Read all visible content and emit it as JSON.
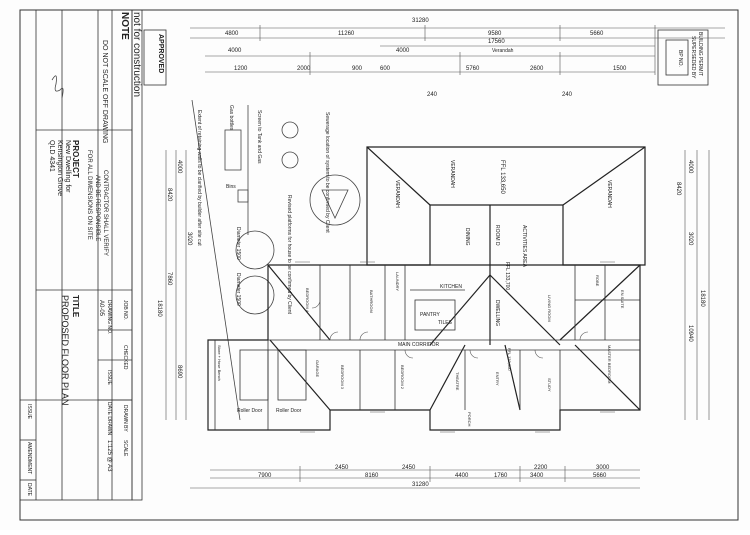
{
  "title_block": {
    "approved": "APPROVED",
    "not_for_construction": "not for construction",
    "note_heading": "NOTE",
    "note_line1": "DO NOT SCALE OFF DRAWING",
    "note_line2": "CONTRACTOR SHALL VERIFY",
    "note_line3": "AND BE RESPONSIBLE",
    "note_line4": "FOR ALL DIMENSIONS ON SITE",
    "project_label": "PROJECT",
    "project_line1": "New Dwelling for",
    "project_line2": "Kensington Grove",
    "project_line3": "QLD 4341",
    "title_label": "TITLE",
    "title_value": "PROPOSED FLOOR PLAN",
    "job_no_label": "JOB NO.",
    "drawing_no_label": "DRAWING NO.",
    "drawing_no_value": "A0-05",
    "checked_label": "CHECKED",
    "issue_label": "ISSUE",
    "drawn_by_label": "DRAWN BY",
    "date_drawn_label": "DATE DRAWN",
    "scale_label": "SCALE",
    "scale_value": "1:125 @ A3",
    "issue_col": "ISSUE",
    "amendment_col": "AMENDMENT",
    "date_col": "DATE"
  },
  "dims_top": {
    "overall": "31280",
    "d4800": "4800",
    "d11260": "11260",
    "d9580": "9580",
    "d5660": "5660",
    "d17560": "17560",
    "d4000a": "4000",
    "d4000b": "4000",
    "verandah": "Verandah",
    "d1200": "1200",
    "d2000": "2000",
    "d900": "900",
    "d600": "600",
    "d5760": "5760",
    "d2600": "2600",
    "d1500": "1500",
    "d240a": "240",
    "d240b": "240"
  },
  "dims_bottom": {
    "d2450a": "2450",
    "d2450b": "2450",
    "d8160": "8160",
    "d4400": "4400",
    "d1760": "1760",
    "d2200": "2200",
    "d3400": "3400",
    "d3000": "3000",
    "d5660": "5660",
    "d7900": "7900",
    "overall": "31280"
  },
  "dims_left": {
    "d4000": "4000",
    "d8420": "8420",
    "d3020": "3020",
    "d7860": "7860",
    "d18180": "18180",
    "d8690": "8690"
  },
  "dims_right": {
    "d8420": "8420",
    "d4000": "4000",
    "d3020": "3020",
    "d10940": "10940",
    "d18180": "18180"
  },
  "rooms": {
    "verandah_left": "VERANDAH",
    "verandah_mid": "VERANDAH",
    "verandah_right": "VERANDAH",
    "ffl_top": "FFL 133,650",
    "dining": "DINING",
    "room_d": "ROOM D",
    "activities": "ACTIVITIES AREA",
    "ffl_mid": "FFL 133,700",
    "dwelling": "DWELLING",
    "kitchen": "KITCHEN",
    "pantry": "PANTRY",
    "tiles": "TILES",
    "laundry": "LAUNDRY",
    "bathroom": "BATHROOM",
    "room4": "BEDROOM 4",
    "main_corridor": "MAIN CORRIDOR",
    "bedroom3": "BEDROOM 3",
    "bedroom2": "BEDROOM 2",
    "theatre": "THEATRE",
    "entry": "ENTRY",
    "ffl_entry": "FFL 133,600",
    "study": "STUDY",
    "living": "LIVING ROOM",
    "master": "MASTER BEDROOM",
    "ensuite": "EN SUITE",
    "robe": "ROBE",
    "garage": "GARAGE",
    "store": "Store + Hose Bench",
    "roller1": "Roller Door",
    "roller2": "Roller Door",
    "porch": "PORCH"
  },
  "site": {
    "gas_bottles": "Gas bottles",
    "screen": "Screen to Tank and Gas",
    "tank1": "Diameter 1500",
    "tank2": "Diameter 1500",
    "bins": "Bins",
    "note_soak": "Sewerage location of system to be confirmed by Client",
    "note_retain": "Extent of retaining walls to be clarified by builder after site cut",
    "note_platform": "Revised platforms for house to be confirmed by Client"
  },
  "stamp": {
    "line1": "BUILDING PERMIT",
    "line2": "SUPERSEDED BY",
    "box": "BP NO."
  }
}
